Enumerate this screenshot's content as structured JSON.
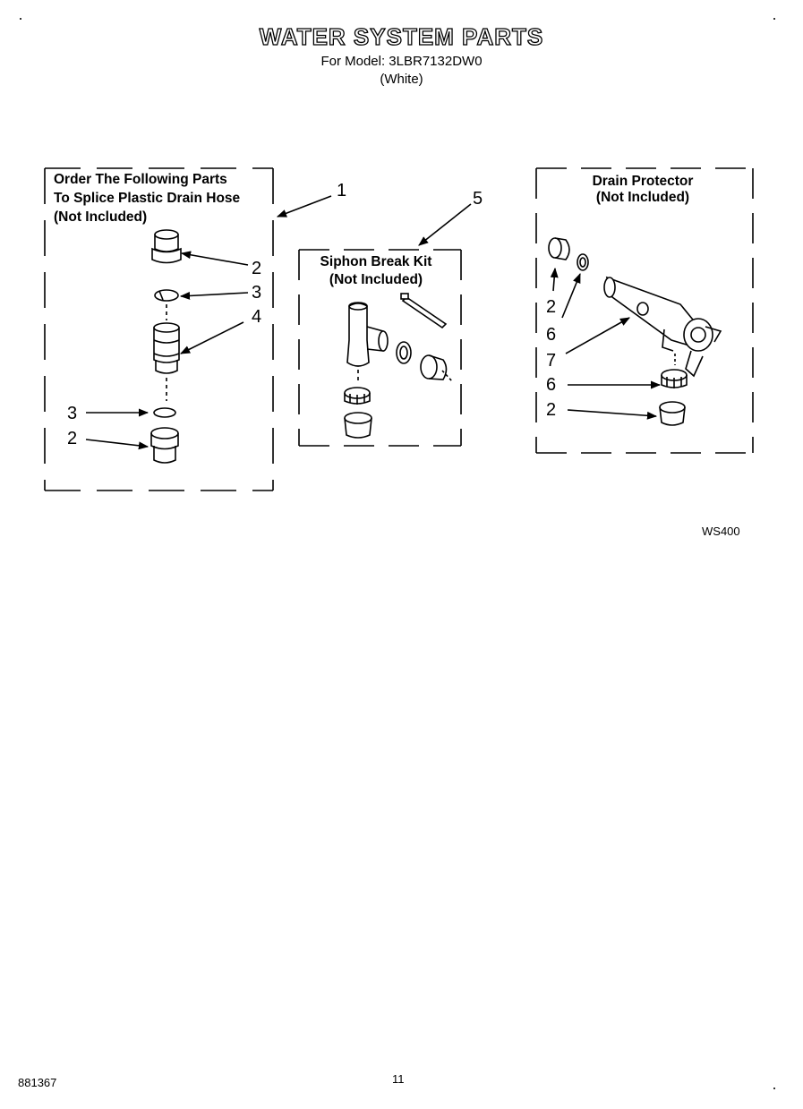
{
  "title": "WATER SYSTEM PARTS",
  "model_line": "For Model: 3LBR7132DW0",
  "color_line": "(White)",
  "panels": {
    "splice": {
      "line1": "Order The Following Parts",
      "line2": "To Splice Plastic Drain Hose",
      "line3": "(Not Included)"
    },
    "siphon": {
      "line1": "Siphon Break Kit",
      "line2": "(Not Included)"
    },
    "drain": {
      "line1": "Drain Protector",
      "line2": "(Not Included)"
    }
  },
  "callouts": {
    "c1": "1",
    "c2a": "2",
    "c3a": "3",
    "c4": "4",
    "c3b": "3",
    "c2b": "2",
    "c5": "5",
    "d2a": "2",
    "d6a": "6",
    "d7": "7",
    "d6b": "6",
    "d2b": "2"
  },
  "figure_code": "WS400",
  "doc_number": "881367",
  "page_number": "11"
}
